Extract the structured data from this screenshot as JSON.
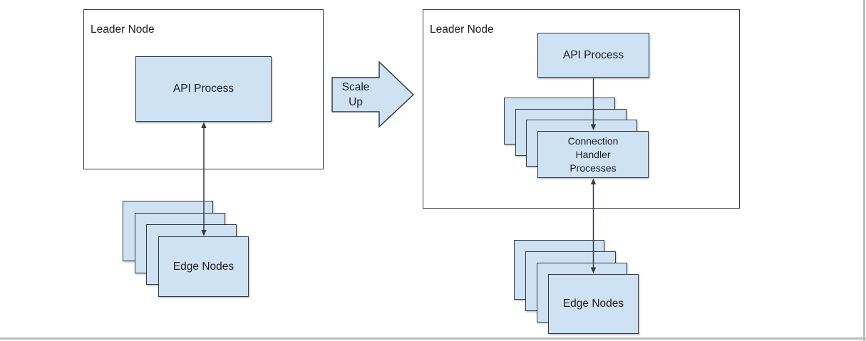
{
  "page": {
    "background": "#ffffff",
    "edge_line_color": "#bdbdbd"
  },
  "palette": {
    "node_fill": "#cfe2f3",
    "node_border": "#333a45",
    "connector": "#333a45",
    "text": "#1c1c26"
  },
  "diagram": {
    "before": {
      "leader_label": "Leader Node",
      "api_label": "API Process",
      "edge_stack": {
        "label": "Edge Nodes",
        "card_count": 4
      }
    },
    "transition": {
      "label": "Scale Up"
    },
    "after": {
      "leader_label": "Leader Node",
      "api_label": "API Process",
      "handler_stack": {
        "label": "Connection Handler Processes",
        "card_count": 4
      },
      "edge_stack": {
        "label": "Edge Nodes",
        "card_count": 4
      }
    }
  }
}
